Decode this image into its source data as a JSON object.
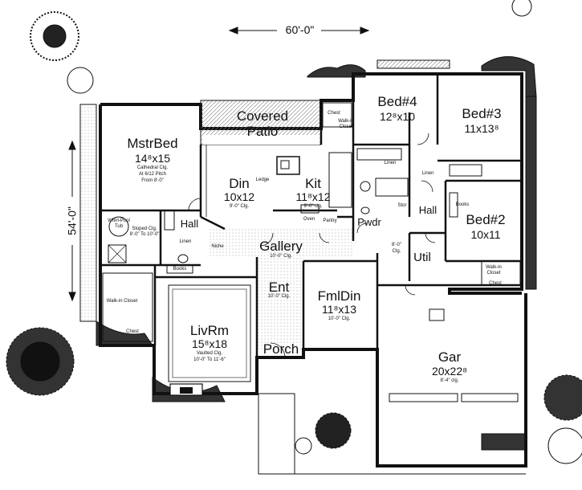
{
  "dimensions": {
    "width": "60'-0\"",
    "depth": "54'-0\""
  },
  "rooms": {
    "covered_patio": {
      "name_line1": "Covered",
      "name_line2": "Patio"
    },
    "mstr_bed": {
      "name": "MstrBed",
      "size": "14⁸x15",
      "note1": "Cathedral Clg.",
      "note2": "At 6/12 Pitch",
      "note3": "From 8'-0\""
    },
    "bed4": {
      "name": "Bed#4",
      "size": "12⁸x10"
    },
    "bed3": {
      "name": "Bed#3",
      "size": "11x13⁸"
    },
    "bed2": {
      "name": "Bed#2",
      "size": "10x11"
    },
    "din": {
      "name": "Din",
      "size": "10x12",
      "note": "9'-0\" Clg."
    },
    "kit": {
      "name": "Kit",
      "size": "11⁸x12",
      "note": "9'-0\" clg."
    },
    "gallery": {
      "name": "Gallery",
      "note": "10'-0\" Clg."
    },
    "ent": {
      "name": "Ent",
      "note": "10'-0\" Clg."
    },
    "fmldin": {
      "name": "FmlDin",
      "size": "11⁸x13",
      "note": "10'-0\" Clg."
    },
    "livrm": {
      "name": "LivRm",
      "size": "15⁸x18",
      "note1": "Vaulted Clg.",
      "note2": "10'-0\" To 11'-6\""
    },
    "porch": {
      "name": "Porch"
    },
    "gar": {
      "name": "Gar",
      "size": "20x22⁸",
      "note": "8'-4\" clg."
    },
    "hall_left": {
      "name": "Hall"
    },
    "hall_right": {
      "name": "Hall"
    },
    "pwdr": {
      "name": "Pwdr"
    },
    "util": {
      "name": "Util",
      "note1": "8'-0\"",
      "note2": "Clg."
    }
  },
  "small_labels": {
    "whirlpool": "Whirl-Pool Tub",
    "sloped": "Sloped Clg. 8'-0\" To 10'-0\"",
    "walkin_left": "Walk-in Closet",
    "chest_left": "Chest",
    "linen_left": "Linen",
    "niche": "Niche",
    "books_left": "Books",
    "ledge": "Ledge",
    "oven": "Oven",
    "pantry": "Pantry",
    "chest_top": "Chest",
    "walkin_top": "Walk-in Closet",
    "linen_top": "Linen",
    "linen_mid": "Linen",
    "stor": "Stor",
    "books_right": "Books",
    "walkin_right": "Walk-in Closet",
    "chest_right": "Chest"
  }
}
